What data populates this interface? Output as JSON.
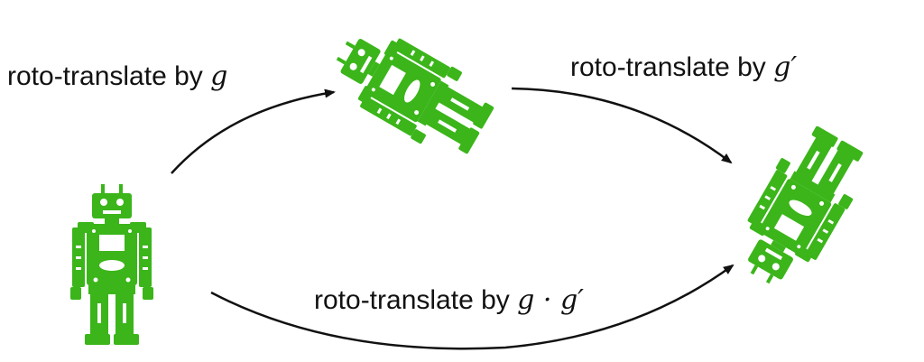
{
  "labels": {
    "first": {
      "text": "roto-translate by",
      "symbol": "g"
    },
    "second": {
      "text": "roto-translate by",
      "symbol": "g′"
    },
    "composite": {
      "text": "roto-translate by",
      "symbol": "g · g′"
    }
  },
  "colors": {
    "robot": "#3bb51a",
    "robot_detail": "#ffffff",
    "arrow": "#111111",
    "background": "#ffffff"
  },
  "icons": [
    "robot-icon",
    "arrow-icon"
  ]
}
